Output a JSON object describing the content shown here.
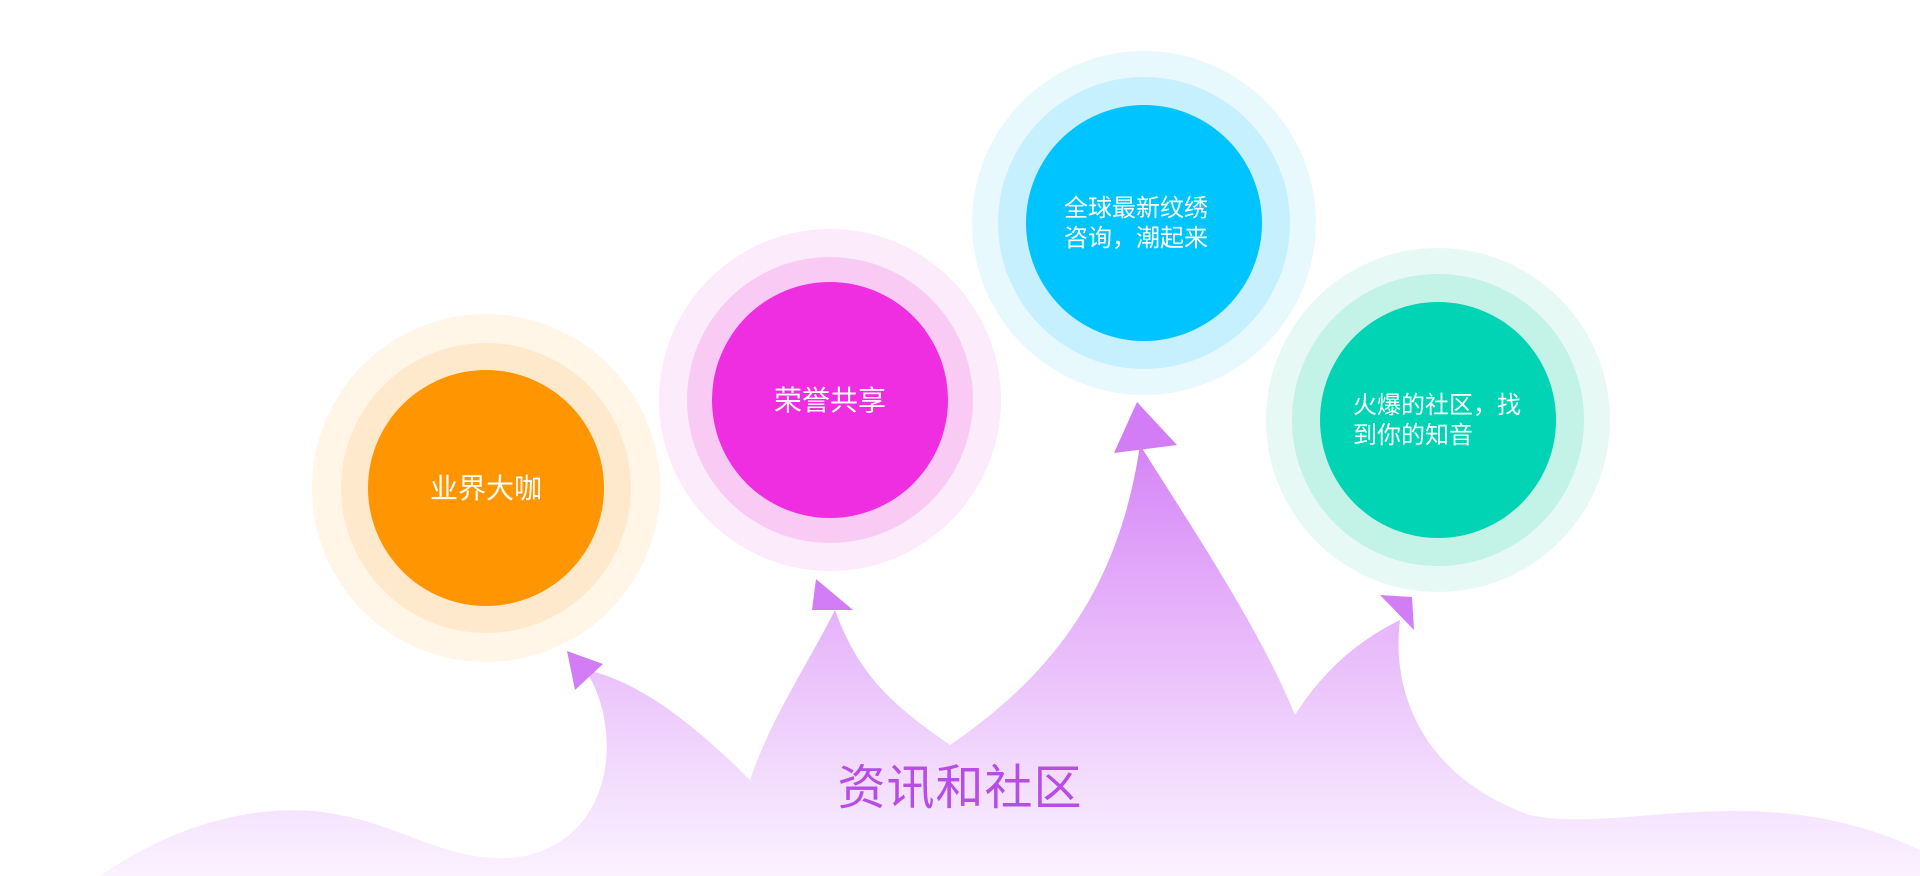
{
  "title": "资讯和社区",
  "colors": {
    "orange": "#FF9500",
    "magenta": "#EE2EE0",
    "blue": "#00C4FF",
    "teal": "#00D4B4",
    "shape": "#D27DF6",
    "title": "#B84CE6"
  },
  "nodes": [
    {
      "id": "orange",
      "label": "业界大咖"
    },
    {
      "id": "magenta",
      "label": "荣誉共享"
    },
    {
      "id": "blue",
      "label": "全球最新纹绣咨询，潮起来"
    },
    {
      "id": "teal",
      "label": "火爆的社区，找到你的知音"
    }
  ]
}
